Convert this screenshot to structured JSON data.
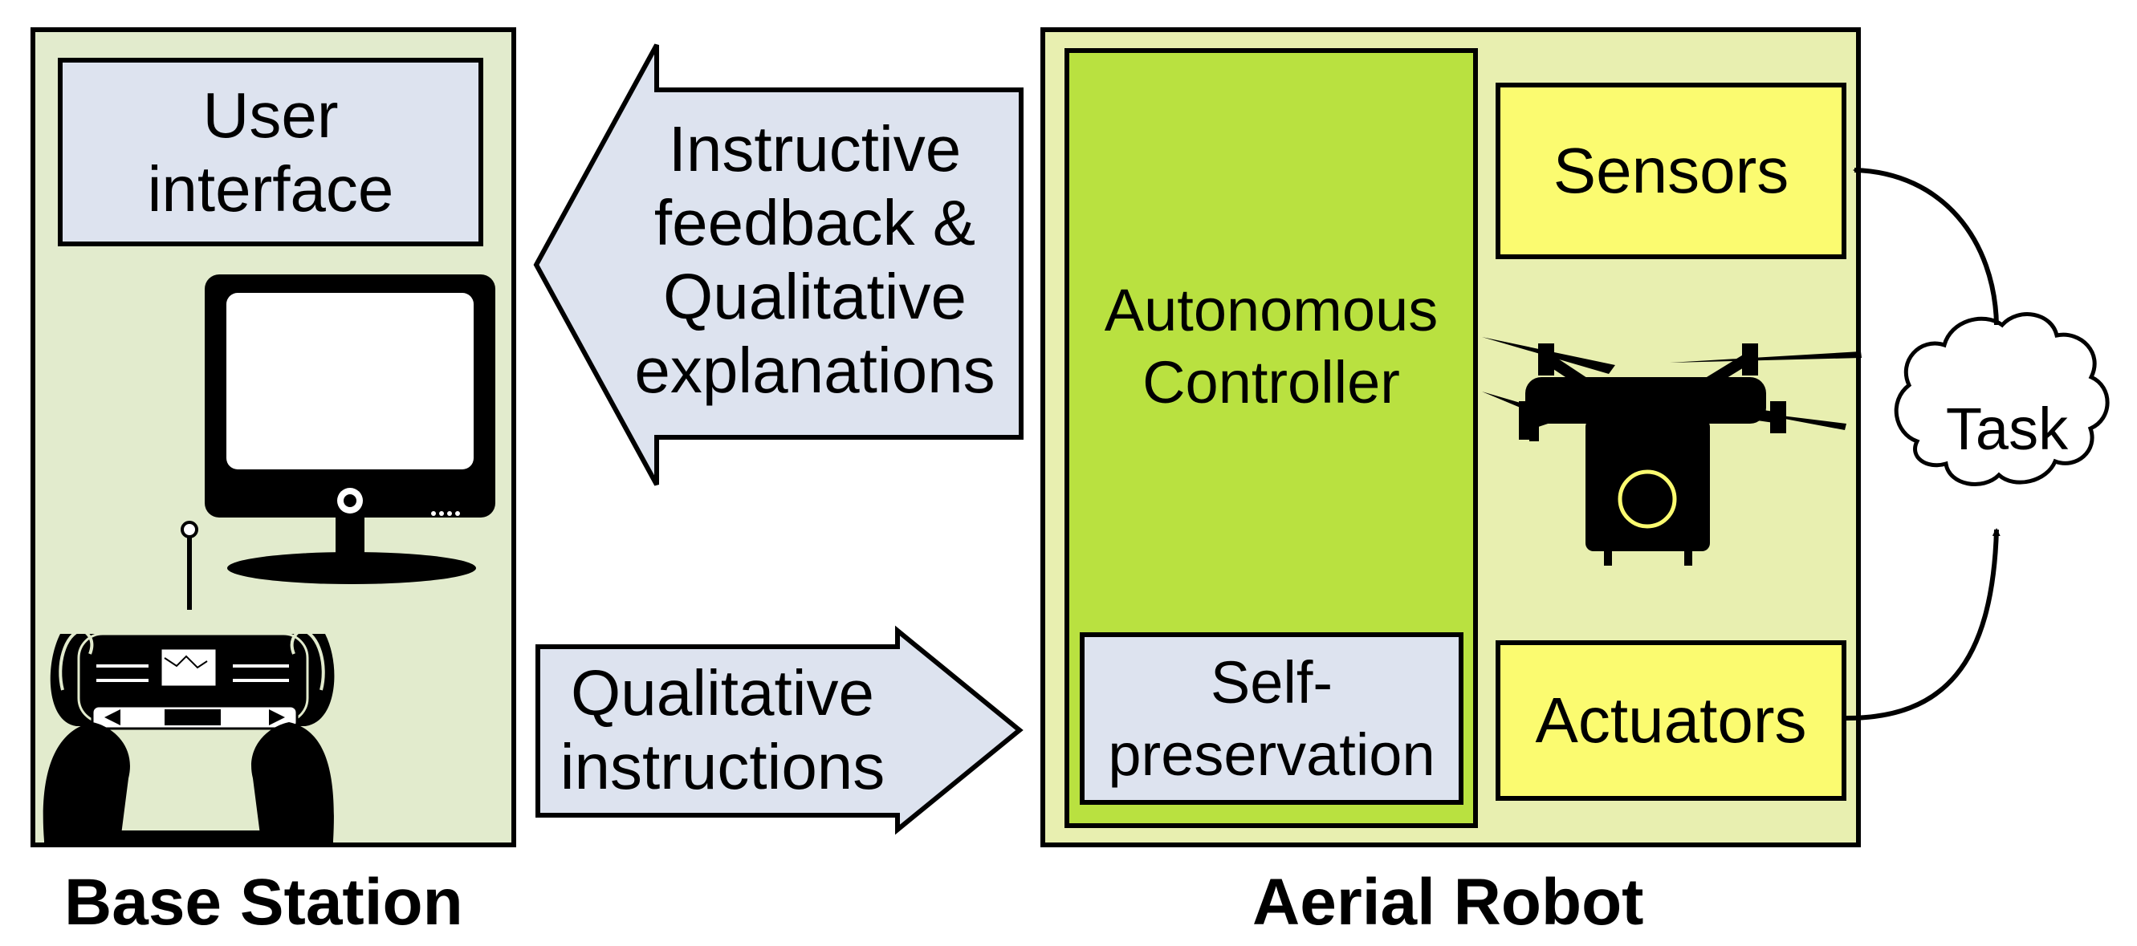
{
  "base_station": {
    "caption": "Base Station",
    "user_interface_lines": [
      "User",
      "interface"
    ]
  },
  "aerial_robot": {
    "caption": "Aerial Robot",
    "controller_lines": [
      "Autonomous",
      "Controller"
    ],
    "self_preservation_lines": [
      "Self-",
      "preservation"
    ],
    "sensors": "Sensors",
    "actuators": "Actuators"
  },
  "arrows": {
    "feedback_lines": [
      "Instructive",
      "feedback &",
      "Qualitative",
      "explanations"
    ],
    "instruction_lines": [
      "Qualitative",
      "instructions"
    ]
  },
  "task": "Task",
  "icons": [
    "monitor-icon",
    "remote-controller-icon",
    "drone-icon",
    "cloud-icon"
  ],
  "colors": {
    "base_panel": "#e2ebcd",
    "robot_panel": "#e8efb0",
    "controller": "#b9e140",
    "light_box": "#dde3ef",
    "sensor_box": "#fbfb70"
  }
}
